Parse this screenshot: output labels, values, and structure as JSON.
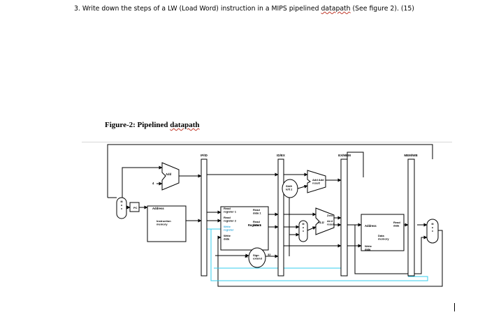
{
  "question": {
    "prefix": "3. Write down the steps of a LW (Load Word) instruction in a MIPS pipelined ",
    "squiggle_word": "datapath",
    "suffix": " (See figure 2). (15)"
  },
  "figure": {
    "title_prefix": "Figure-2: Pipelined ",
    "title_word": "datapath",
    "stage_labels": [
      "IF/ID",
      "ID/EX",
      "EX/MEM",
      "MEM/WB"
    ],
    "blocks": {
      "add": "Add",
      "pc": "PC",
      "four": "4",
      "mux": "M\nu\nx",
      "address": "Address",
      "instruction_memory": "Instruction\nmemory",
      "read_register_1": "Read\nregister 1",
      "read_register_2": "Read\nregister 2",
      "write_register": "Write\nregister",
      "write_data": "Write\ndata",
      "registers": "Registers",
      "read_data_1": "Read\ndata 1",
      "read_data_2": "Read\ndata 2",
      "sixteen": "16",
      "sign_extend": "Sign\nextend",
      "thirty_two": "32",
      "shift_left_2": "Shift\nleft 2",
      "add_add_result": "Add Add\nresult",
      "zero": "Zero",
      "alu": "ALU",
      "alu_result": "ALU\nresult",
      "data_address": "Address",
      "data_memory": "Data\nmemory",
      "read_data": "Read\ndata",
      "data_write_data": "Write\ndata"
    }
  }
}
